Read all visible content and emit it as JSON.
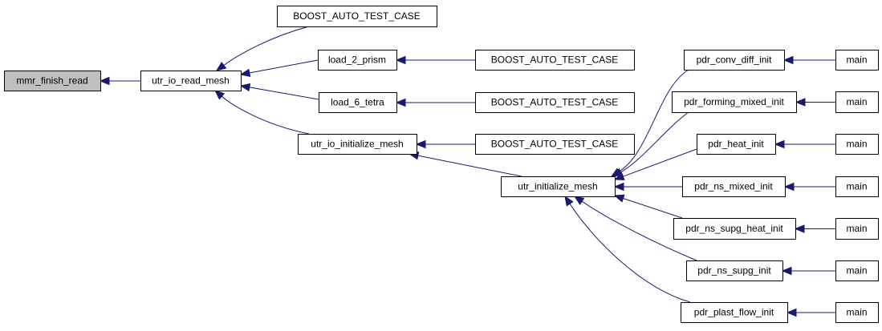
{
  "graph": {
    "nodes": [
      {
        "id": "mmr_finish_read",
        "label": "mmr_finish_read"
      },
      {
        "id": "utr_io_read_mesh",
        "label": "utr_io_read_mesh"
      },
      {
        "id": "boost1",
        "label": "BOOST_AUTO_TEST_CASE"
      },
      {
        "id": "load_2_prism",
        "label": "load_2_prism"
      },
      {
        "id": "load_6_tetra",
        "label": "load_6_tetra"
      },
      {
        "id": "utr_io_initialize_mesh",
        "label": "utr_io_initialize_mesh"
      },
      {
        "id": "boost2",
        "label": "BOOST_AUTO_TEST_CASE"
      },
      {
        "id": "boost3",
        "label": "BOOST_AUTO_TEST_CASE"
      },
      {
        "id": "boost4",
        "label": "BOOST_AUTO_TEST_CASE"
      },
      {
        "id": "utr_initialize_mesh",
        "label": "utr_initialize_mesh"
      },
      {
        "id": "pdr_conv_diff_init",
        "label": "pdr_conv_diff_init"
      },
      {
        "id": "pdr_forming_mixed_init",
        "label": "pdr_forming_mixed_init"
      },
      {
        "id": "pdr_heat_init",
        "label": "pdr_heat_init"
      },
      {
        "id": "pdr_ns_mixed_init",
        "label": "pdr_ns_mixed_init"
      },
      {
        "id": "pdr_ns_supg_heat_init",
        "label": "pdr_ns_supg_heat_init"
      },
      {
        "id": "pdr_ns_supg_init",
        "label": "pdr_ns_supg_init"
      },
      {
        "id": "pdr_plast_flow_init",
        "label": "pdr_plast_flow_init"
      },
      {
        "id": "main1",
        "label": "main"
      },
      {
        "id": "main2",
        "label": "main"
      },
      {
        "id": "main3",
        "label": "main"
      },
      {
        "id": "main4",
        "label": "main"
      },
      {
        "id": "main5",
        "label": "main"
      },
      {
        "id": "main6",
        "label": "main"
      },
      {
        "id": "main7",
        "label": "main"
      }
    ],
    "edges": [
      {
        "from": "utr_io_read_mesh",
        "to": "mmr_finish_read"
      },
      {
        "from": "boost1",
        "to": "utr_io_read_mesh"
      },
      {
        "from": "load_2_prism",
        "to": "utr_io_read_mesh"
      },
      {
        "from": "load_6_tetra",
        "to": "utr_io_read_mesh"
      },
      {
        "from": "utr_io_initialize_mesh",
        "to": "utr_io_read_mesh"
      },
      {
        "from": "boost2",
        "to": "load_2_prism"
      },
      {
        "from": "boost3",
        "to": "load_6_tetra"
      },
      {
        "from": "boost4",
        "to": "utr_io_initialize_mesh"
      },
      {
        "from": "utr_initialize_mesh",
        "to": "utr_io_initialize_mesh"
      },
      {
        "from": "pdr_conv_diff_init",
        "to": "utr_initialize_mesh"
      },
      {
        "from": "pdr_forming_mixed_init",
        "to": "utr_initialize_mesh"
      },
      {
        "from": "pdr_heat_init",
        "to": "utr_initialize_mesh"
      },
      {
        "from": "pdr_ns_mixed_init",
        "to": "utr_initialize_mesh"
      },
      {
        "from": "pdr_ns_supg_heat_init",
        "to": "utr_initialize_mesh"
      },
      {
        "from": "pdr_ns_supg_init",
        "to": "utr_initialize_mesh"
      },
      {
        "from": "pdr_plast_flow_init",
        "to": "utr_initialize_mesh"
      },
      {
        "from": "main1",
        "to": "pdr_conv_diff_init"
      },
      {
        "from": "main2",
        "to": "pdr_forming_mixed_init"
      },
      {
        "from": "main3",
        "to": "pdr_heat_init"
      },
      {
        "from": "main4",
        "to": "pdr_ns_mixed_init"
      },
      {
        "from": "main5",
        "to": "pdr_ns_supg_heat_init"
      },
      {
        "from": "main6",
        "to": "pdr_ns_supg_init"
      },
      {
        "from": "main7",
        "to": "pdr_plast_flow_init"
      }
    ]
  }
}
